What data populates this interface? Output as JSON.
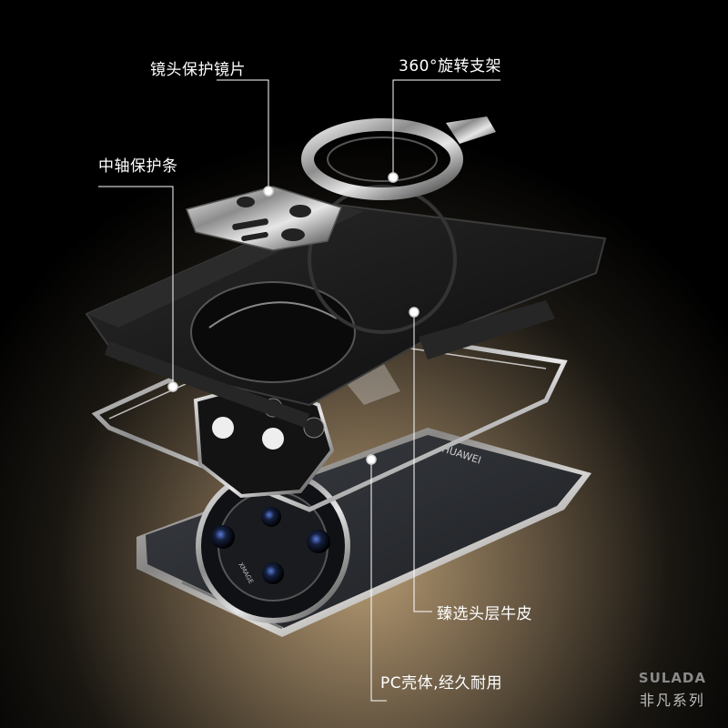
{
  "callouts": {
    "lens_protector": "镜头保护镜片",
    "rotating_stand": "360°旋转支架",
    "hinge_strip": "中轴保护条",
    "leather": "臻选头层牛皮",
    "pc_shell": "PC壳体,经久耐用"
  },
  "phone_text": {
    "brand_vertical": "HUAWEI",
    "camera_ring": "XMAGE"
  },
  "brand": {
    "logo": "SULADA",
    "series": "非凡系列"
  },
  "colors": {
    "background": "#000000",
    "callout_text": "#ffffff",
    "leader_line": "#ffffff",
    "leather": "#1a1a1a",
    "chrome": "#c8c8c8"
  }
}
